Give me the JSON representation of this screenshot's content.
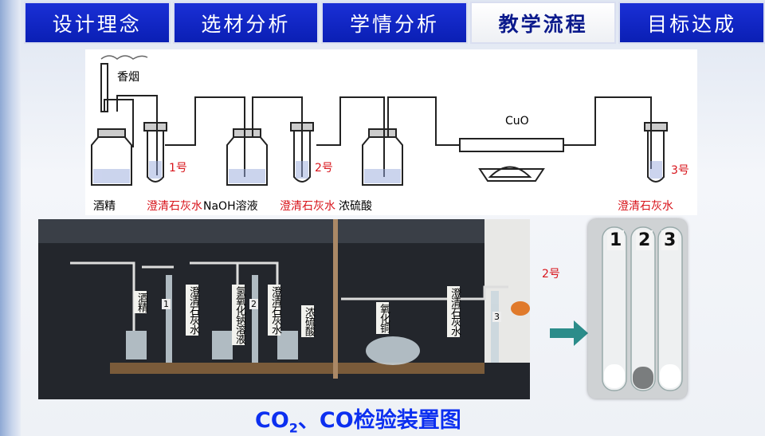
{
  "nav": {
    "tabs": [
      {
        "label": "设计理念",
        "active": false
      },
      {
        "label": "选材分析",
        "active": false
      },
      {
        "label": "学情分析",
        "active": false
      },
      {
        "label": "教学流程",
        "active": true
      },
      {
        "label": "目标达成",
        "active": false
      }
    ]
  },
  "diagram": {
    "cigarette": "香烟",
    "cuo": "CuO",
    "tube1": "1号",
    "tube2": "2号",
    "tube3": "3号",
    "bottom_labels": {
      "alcohol": "酒精",
      "limewater1": "澄清石灰水",
      "naoh": "NaOH溶液",
      "limewater2": "澄清石灰水",
      "h2so4": "浓硫酸",
      "limewater3": "澄清石灰水"
    }
  },
  "photo": {
    "labels": [
      "酒精",
      "澄清石灰水",
      "氢氧化钠溶液",
      "澄清石灰水",
      "浓硫酸",
      "氧化铜",
      "澄清石灰水"
    ],
    "numbers": [
      "1",
      "2",
      "3"
    ],
    "side_label": "2号"
  },
  "tubes_photo": {
    "numbers": [
      "1",
      "2",
      "3"
    ]
  },
  "caption": {
    "part1": "CO",
    "sub": "2",
    "part2": "、CO检验装置图"
  },
  "colors": {
    "nav_blue": "#0a1fb4",
    "label_red": "#d8141b",
    "caption_blue": "#0c2ff0"
  }
}
